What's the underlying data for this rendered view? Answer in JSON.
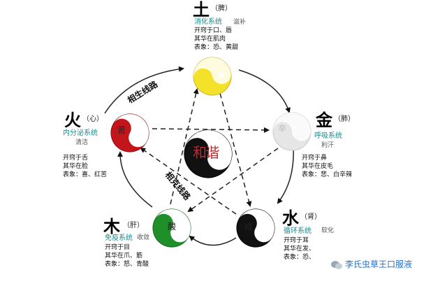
{
  "center": {
    "label": "和谐"
  },
  "routes": {
    "sheng": "相生线路",
    "ke": "相克线路"
  },
  "elements": {
    "tu": {
      "name": "土",
      "organ": "（脾）",
      "system": "消化系统",
      "func": "滋补",
      "lines": [
        "开窍于口、唇",
        "其华在肌肉",
        "表象：恐、黄甜"
      ],
      "color": "#f4e12a"
    },
    "jin": {
      "name": "金",
      "organ": "（肺）",
      "system": "呼吸系统",
      "func": "利汗",
      "taste": "辛",
      "lines": [
        "开窍于鼻",
        "其华在皮毛",
        "表象：悲、白辛辣"
      ],
      "color": "#e6e6e6"
    },
    "shui": {
      "name": "水",
      "organ": "（肾）",
      "system": "循环系统",
      "func": "软化",
      "taste": "咸",
      "lines": [
        "开窍于耳",
        "其华在发、",
        "表象：恐、"
      ],
      "color": "#111111"
    },
    "mu": {
      "name": "木",
      "organ": "（肝）",
      "system": "免疫系统",
      "func": "收敛",
      "taste": "酸",
      "lines": [
        "开窍于目",
        "其华在爪、筋",
        "表象：怒、青酸"
      ],
      "color": "#1f8f2a"
    },
    "huo": {
      "name": "火",
      "organ": "（心）",
      "system": "内分泌系统",
      "func": "清洁",
      "taste": "苦",
      "lines": [
        "开窍于舌",
        "其华在脸",
        "表象：喜、红苦"
      ],
      "color": "#c3161c"
    }
  },
  "watermark": "李氏虫草王口服液"
}
